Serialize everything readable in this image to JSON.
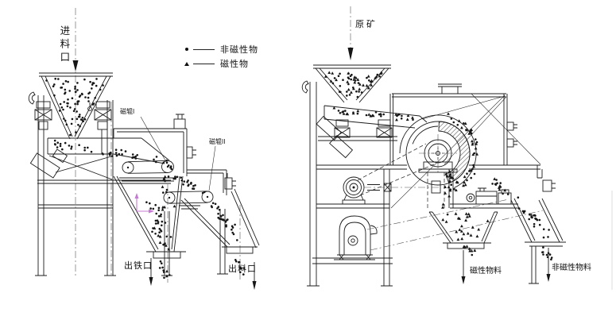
{
  "legend": {
    "items": [
      {
        "marker": "dot",
        "label": "非磁性物"
      },
      {
        "marker": "triangle",
        "label": "磁性物"
      }
    ]
  },
  "left_machine": {
    "feed_label": "进料口",
    "roller1_label": "磁辊I",
    "roller2_label": "磁辊II",
    "iron_outlet_label": "出铁口",
    "material_outlet_label": "出料口"
  },
  "right_machine": {
    "feed_label": "原矿",
    "magnetic_outlet_label": "磁性物料",
    "nonmagnetic_outlet_label": "非磁性物料"
  },
  "colors": {
    "line": "#1c1c1c",
    "centerline": "#555555",
    "axis_marker": "#c57bd1",
    "background": "#ffffff"
  }
}
